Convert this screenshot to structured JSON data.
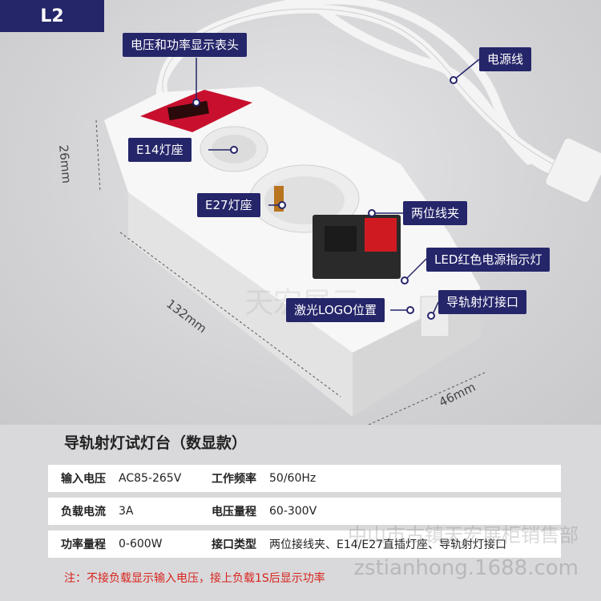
{
  "badge": "L2",
  "callouts": {
    "meter": "电压和功率显示表头",
    "power_cord": "电源线",
    "e14": "E14灯座",
    "e27": "E27灯座",
    "clip": "两位线夹",
    "led": "LED红色电源指示灯",
    "rail": "导轨射灯接口",
    "logo": "激光LOGO位置"
  },
  "dims": {
    "height": "26mm",
    "length": "132mm",
    "width": "46mm"
  },
  "title": "导轨射灯试灯台（数显款）",
  "specs": [
    {
      "k1": "输入电压",
      "v1": "AC85-265V",
      "k2": "工作频率",
      "v2": "50/60Hz"
    },
    {
      "k1": "负载电流",
      "v1": "3A",
      "k2": "电压量程",
      "v2": "60-300V"
    },
    {
      "k1": "功率量程",
      "v1": "0-600W",
      "k2": "接口类型",
      "v2": "两位接线夹、E14/E27直插灯座、导轨射灯接口"
    }
  ],
  "note": "注：不接负载显示输入电压，接上负载1S后显示功率",
  "watermarks": {
    "shop": "中山市古镇天宏展柜销售部",
    "site": "zstianhong.1688.com"
  },
  "colors": {
    "callout": "#25256a",
    "note": "#d8241c",
    "panel": "#c8102e"
  }
}
